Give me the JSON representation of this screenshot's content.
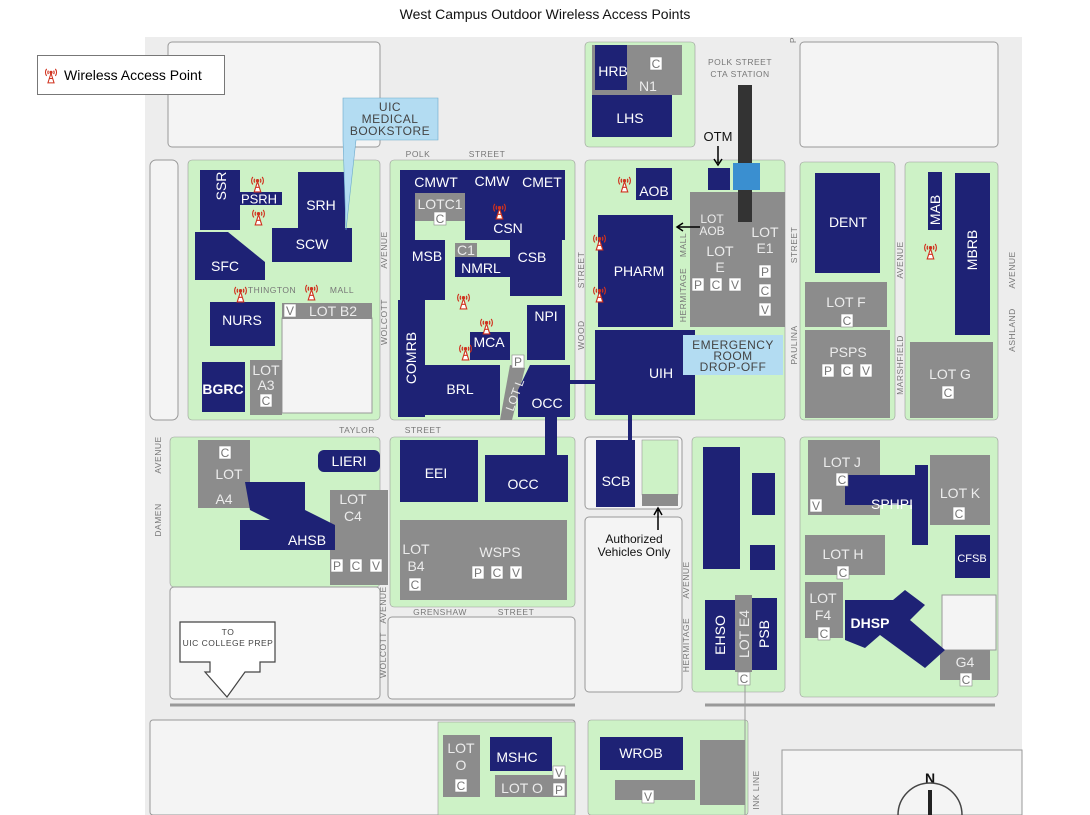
{
  "title": "West Campus Outdoor Wireless Access Points",
  "legend": {
    "icon": "wireless-access-point-icon",
    "label": "Wireless Access Point"
  },
  "colors": {
    "building": "#1e2275",
    "parking": "#8c8c8c",
    "green_space": "#cdf2c6",
    "access_point": "#d0321e",
    "er_dropoff": "#b3dcf2",
    "cta_station": "#3a8fd0"
  },
  "callouts": {
    "bookstore": [
      "UIC",
      "MEDICAL",
      "BOOKSTORE"
    ],
    "otm": "OTM",
    "er": [
      "EMERGENCY",
      "ROOM",
      "DROP-OFF"
    ],
    "authorized": [
      "Authorized",
      "Vehicles Only"
    ],
    "college_prep": [
      "TO",
      "UIC COLLEGE PREP"
    ],
    "cta": [
      "POLK STREET",
      "CTA STATION"
    ],
    "north": "N"
  },
  "streets": {
    "polk": "POLK",
    "street": "STREET",
    "taylor": "TAYLOR",
    "grenshaw": "GRENSHAW",
    "wolcott": "WOLCOTT",
    "avenue": "AVENUE",
    "wood": "WOOD",
    "hermitage": "HERMITAGE",
    "mall": "MALL",
    "paulina": "PAULINA",
    "marshfield": "MARSHFIELD",
    "ashland": "ASHLAND",
    "damen": "DAMEN",
    "harrison_mall": "THINGTON",
    "pink_line": "INK LINE",
    "p": "P"
  },
  "buildings": {
    "SSR": "SSR",
    "PSRH": "PSRH",
    "SRH": "SRH",
    "SCW": "SCW",
    "SFC": "SFC",
    "NURS": "NURS",
    "BGRC": "BGRC",
    "CMWT": "CMWT",
    "CMW": "CMW",
    "CMET": "CMET",
    "CSN": "CSN",
    "MSB": "MSB",
    "NMRL": "NMRL",
    "CSB": "CSB",
    "NPI": "NPI",
    "MCA": "MCA",
    "COMRB": "COMRB",
    "BRL": "BRL",
    "OCC": "OCC",
    "HRB": "HRB",
    "LHS": "LHS",
    "AOB": "AOB",
    "PHARM": "PHARM",
    "UIH": "UIH",
    "DENT": "DENT",
    "MAB": "MAB",
    "MBRB": "MBRB",
    "LIERI": "LIERI",
    "EEI": "EEI",
    "AHSB": "AHSB",
    "SCB": "SCB",
    "EHSO": "EHSO",
    "PSB": "PSB",
    "SPHPI": "SPHPI",
    "CFSB": "CFSB",
    "DHSP": "DHSP",
    "MSHC": "MSHC",
    "WROB": "WROB"
  },
  "lots": {
    "LOT": "LOT",
    "A3": "A3",
    "B2": "LOT B2",
    "C1": "LOTC1",
    "C1b": "C1",
    "N1": "N1",
    "AOB": "AOB",
    "E": "E",
    "E1": "E1",
    "F": "LOT F",
    "PSPS": "PSPS",
    "G": "LOT G",
    "A4": "A4",
    "C4": "C4",
    "B4": "B4",
    "WSPS": "WSPS",
    "E4": "LOT E4",
    "J": "LOT J",
    "K": "LOT K",
    "H": "LOT H",
    "F4": "F4",
    "G4": "G4",
    "O": "O",
    "Ob": "LOT O",
    "L": "LOT L"
  },
  "badges": {
    "P": "P",
    "C": "C",
    "V": "V"
  }
}
